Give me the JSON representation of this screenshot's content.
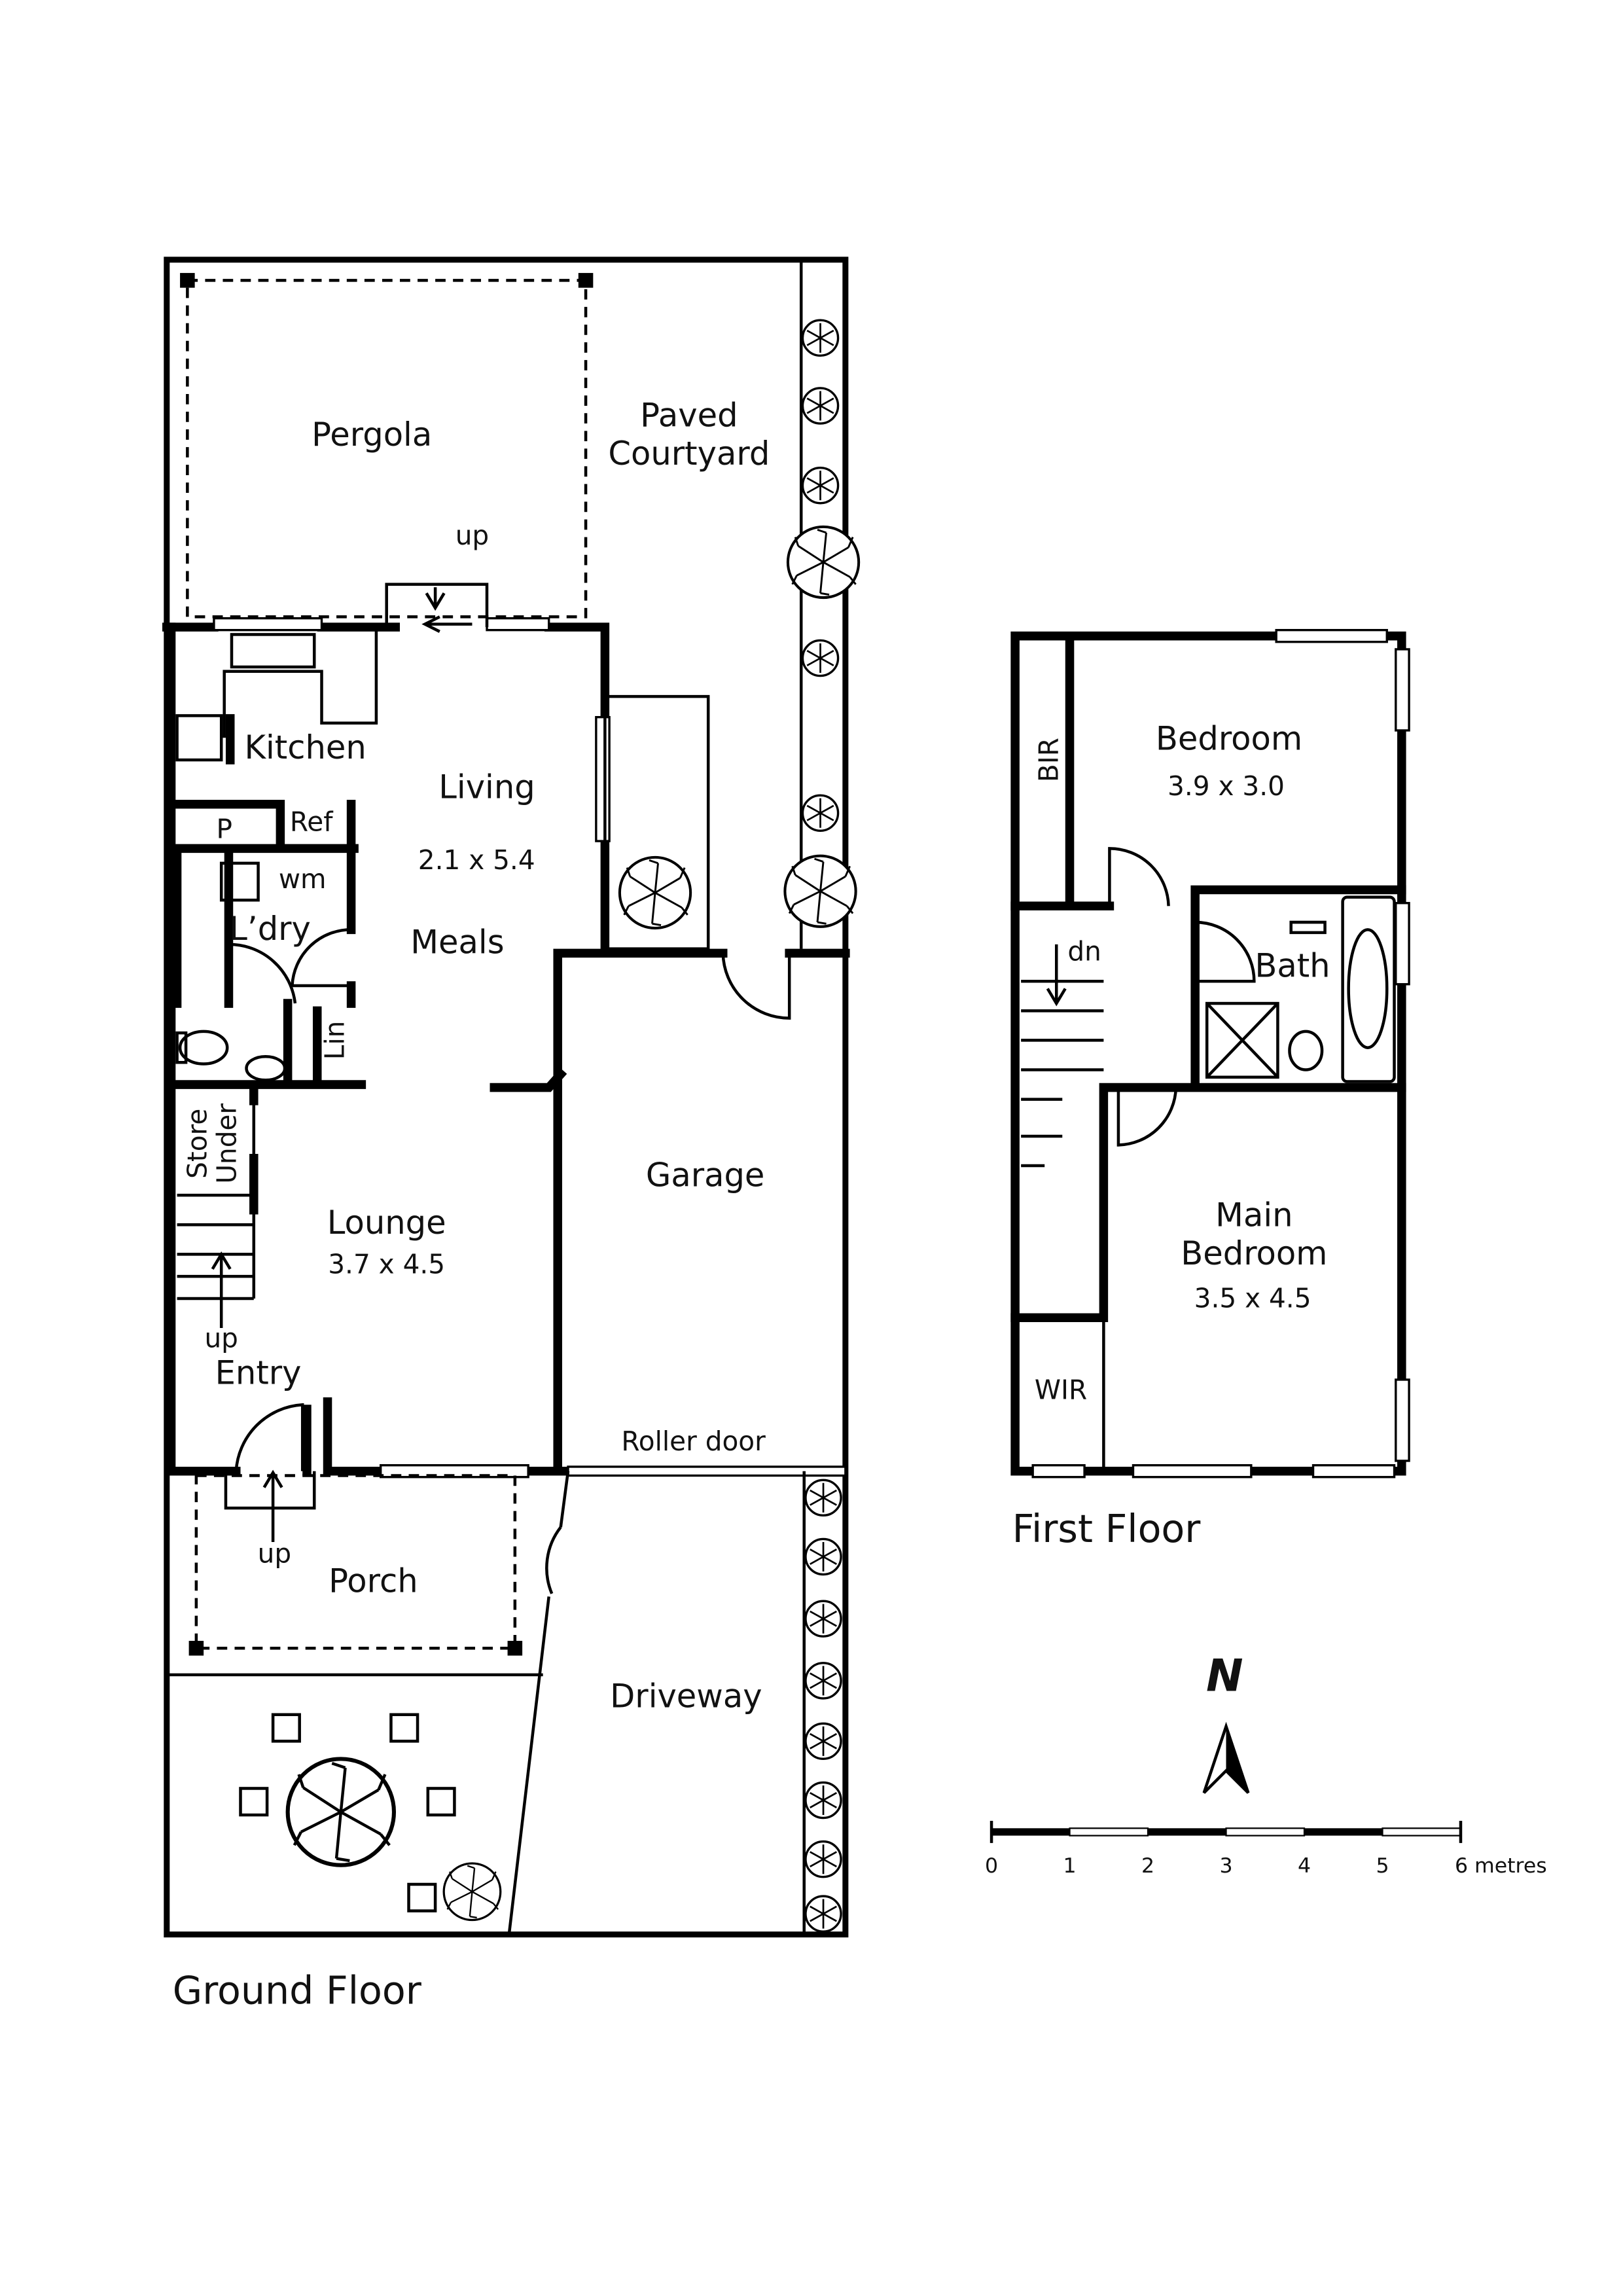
{
  "ground_floor": {
    "title": "Ground Floor",
    "rooms": {
      "pergola": "Pergola",
      "paved1": "Paved",
      "paved2": "Courtyard",
      "kitchen": "Kitchen",
      "living": "Living",
      "living_dim": "2.1 x 5.4",
      "meals": "Meals",
      "pantry": "P",
      "ref": "Ref",
      "wm": "wm",
      "laundry": "L’dry",
      "linen": "Lin",
      "store1": "Store",
      "store2": "Under",
      "lounge": "Lounge",
      "lounge_dim": "3.7 x 4.5",
      "entry": "Entry",
      "garage": "Garage",
      "roller": "Roller door",
      "porch": "Porch",
      "driveway": "Driveway"
    },
    "up1": "up",
    "up2": "up",
    "up3": "up"
  },
  "first_floor": {
    "title": "First Floor",
    "rooms": {
      "bedroom": "Bedroom",
      "bedroom_dim": "3.9 x 3.0",
      "bir": "BIR",
      "bath": "Bath",
      "main1": "Main",
      "main2": "Bedroom",
      "main_dim": "3.5 x 4.5",
      "wir": "WIR"
    },
    "dn": "dn"
  },
  "compass": {
    "label": "N"
  },
  "scale": {
    "ticks": [
      "0",
      "1",
      "2",
      "3",
      "4",
      "5",
      "6 metres"
    ]
  }
}
